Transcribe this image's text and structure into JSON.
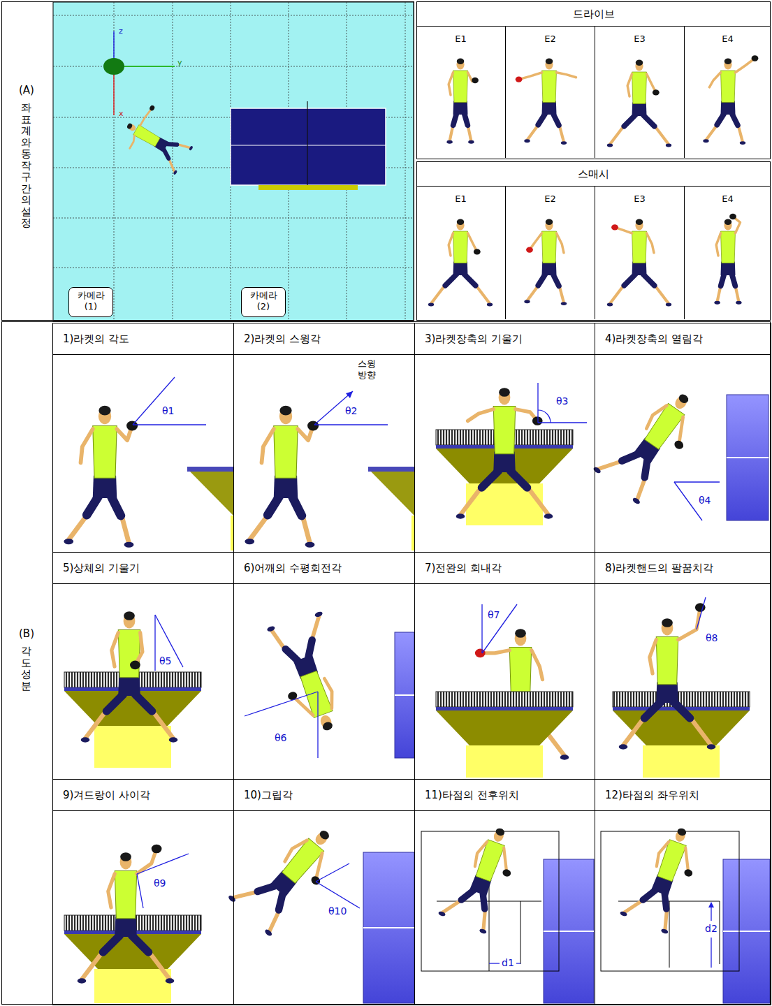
{
  "diagram": {
    "nodes": [
      {
        "text": [
          "(A)",
          "좌표계와 동작구간의 설정"
        ]
      },
      {
        "text": [
          "카메라 (1)"
        ],
        "in": 0
      },
      {
        "text": [
          "카메라 (2)"
        ],
        "in": 0
      },
      {
        "text": [
          "드라이브"
        ]
      },
      {
        "text": [
          "E1"
        ],
        "in": 3
      },
      {
        "text": [
          "E2"
        ],
        "in": 3
      },
      {
        "text": [
          "E3"
        ],
        "in": 3
      },
      {
        "text": [
          "E4"
        ],
        "in": 3
      },
      {
        "text": [
          "스매시"
        ]
      },
      {
        "text": [
          "E1"
        ],
        "in": 8
      },
      {
        "text": [
          "E2"
        ],
        "in": 8
      },
      {
        "text": [
          "E3"
        ],
        "in": 8
      },
      {
        "text": [
          "E4"
        ],
        "in": 8
      },
      {
        "text": [
          "(B)",
          "각도성분"
        ]
      },
      {
        "text": [
          "1)라켓의 각도",
          "θ1"
        ],
        "in": 13
      },
      {
        "text": [
          "2)라켓의 스윙각",
          "스윙 방향",
          "θ2"
        ],
        "in": 13
      },
      {
        "text": [
          "3)라켓장축의 기울기",
          "θ3"
        ],
        "in": 13
      },
      {
        "text": [
          "4)라켓장축의 열림각",
          "θ4"
        ],
        "in": 13
      },
      {
        "text": [
          "5)상체의 기울기",
          "θ5"
        ],
        "in": 13
      },
      {
        "text": [
          "6)어깨의 수평회전각",
          "θ6"
        ],
        "in": 13
      },
      {
        "text": [
          "7)전완의 회내각",
          "θ7"
        ],
        "in": 13
      },
      {
        "text": [
          "8)라켓핸드의 팔꿈치각",
          "θ8"
        ],
        "in": 13
      },
      {
        "text": [
          "9)겨드랑이 사이각",
          "θ9"
        ],
        "in": 13
      },
      {
        "text": [
          "10)그립각",
          "θ10"
        ],
        "in": 13
      },
      {
        "text": [
          "11)타점의 전후위치",
          "d1"
        ],
        "in": 13
      },
      {
        "text": [
          "12)타점의 좌우위치",
          "d2"
        ],
        "in": 13
      }
    ],
    "labels": [
      "z",
      "y",
      "x"
    ]
  }
}
